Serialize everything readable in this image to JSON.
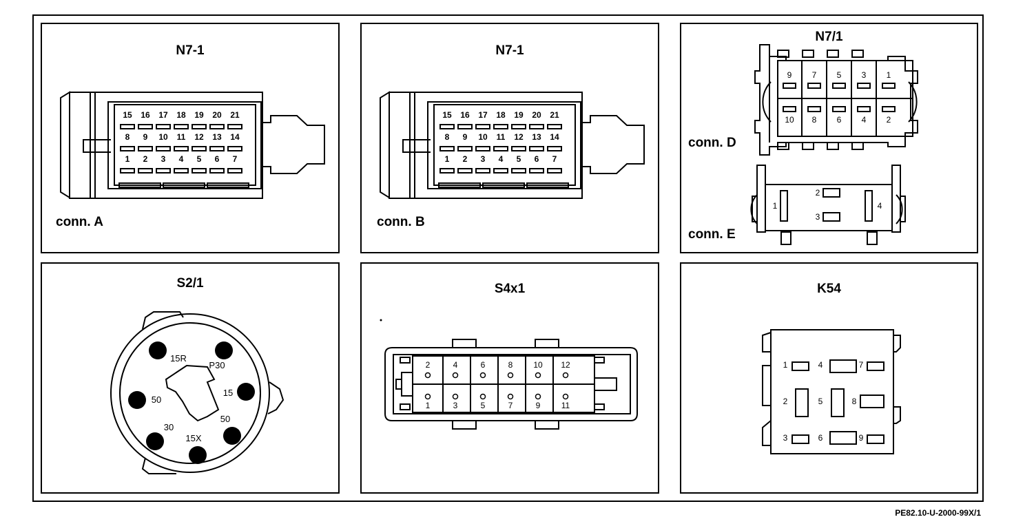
{
  "panels": {
    "p1": {
      "title": "N7-1",
      "conn_label": "conn. A"
    },
    "p2": {
      "title": "N7-1",
      "conn_label": "conn. B"
    },
    "p3": {
      "title": "N7/1",
      "conn_d_label": "conn. D",
      "conn_e_label": "conn. E"
    },
    "p4": {
      "title": "S2/1"
    },
    "p5": {
      "title": "S4x1"
    },
    "p6": {
      "title": "K54"
    }
  },
  "conn_ab": {
    "row_top": [
      "15",
      "16",
      "17",
      "18",
      "19",
      "20",
      "21"
    ],
    "row_mid": [
      "8",
      "9",
      "10",
      "11",
      "12",
      "13",
      "14"
    ],
    "row_bot": [
      "1",
      "2",
      "3",
      "4",
      "5",
      "6",
      "7"
    ]
  },
  "conn_d": {
    "top": [
      "9",
      "7",
      "5",
      "3",
      "1"
    ],
    "bottom": [
      "10",
      "8",
      "6",
      "4",
      "2"
    ]
  },
  "conn_e": {
    "pins": [
      "1",
      "2",
      "3",
      "4"
    ]
  },
  "s21": {
    "labels": [
      "15R",
      "P30",
      "15",
      "50",
      "50",
      "30",
      "15X"
    ]
  },
  "s4x1": {
    "top": [
      "2",
      "4",
      "6",
      "8",
      "10",
      "12"
    ],
    "bottom": [
      "1",
      "3",
      "5",
      "7",
      "9",
      "11"
    ]
  },
  "k54": {
    "pins": [
      "1",
      "4",
      "7",
      "2",
      "5",
      "8",
      "3",
      "6",
      "9"
    ]
  },
  "reference": "PE82.10-U-2000-99X/1"
}
